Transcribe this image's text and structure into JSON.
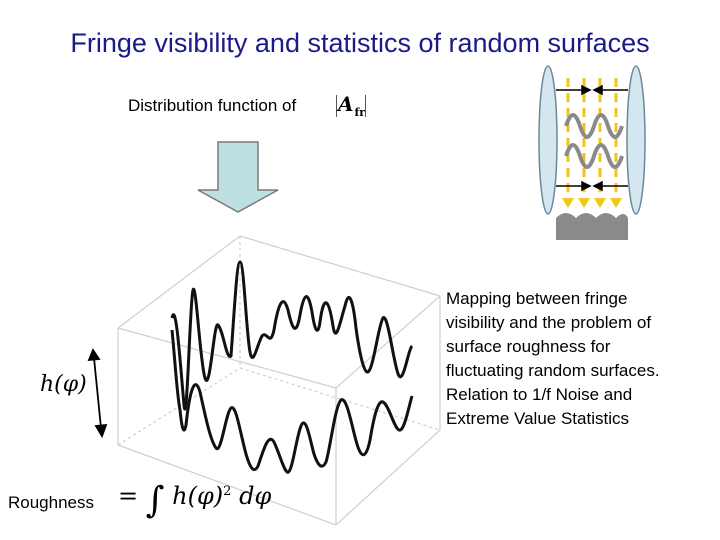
{
  "title": "Fringe visibility and statistics of random surfaces",
  "distribution_label": "Distribution function of",
  "amplitude_symbol": "A",
  "amplitude_subscript": "fr",
  "description_lines": [
    "Mapping between fringe visibility and the problem of surface roughness for fluctuating random surfaces.",
    "Relation to 1/f Noise and Extreme Value Statistics"
  ],
  "height_function": "h(φ)",
  "roughness_label": "Roughness",
  "formula": {
    "equals": "=",
    "integral": "∫",
    "integrand": "h(φ)",
    "exponent": "2",
    "differential": "dφ"
  },
  "colors": {
    "title": "#1a1a8a",
    "arrow_fill": "#bfe0e3",
    "lens_fill": "#d4e6f0",
    "beam": "#f0c419",
    "surface": "#8a8a8a"
  }
}
